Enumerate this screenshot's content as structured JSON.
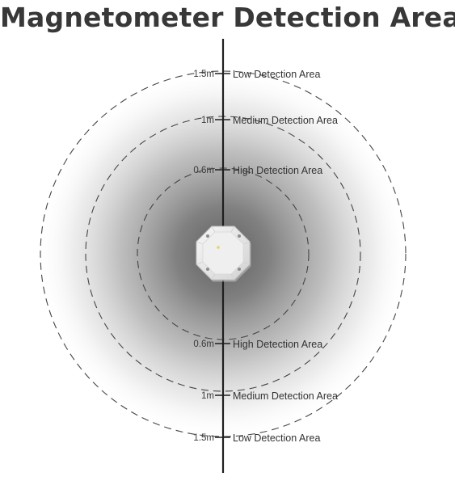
{
  "title": "Magnetometer Detection Areas",
  "markers": [
    {
      "distance_label": "1.5m",
      "area_label": "Low Detection Area"
    },
    {
      "distance_label": "1m",
      "area_label": "Medium Detection Area"
    },
    {
      "distance_label": "0.6m",
      "area_label": "High Detection Area"
    },
    {
      "distance_label": "0.6m",
      "area_label": "High Detection Area"
    },
    {
      "distance_label": "1m",
      "area_label": "Medium Detection Area"
    },
    {
      "distance_label": "1.5m",
      "area_label": "Low Detection Area"
    }
  ],
  "colors": {
    "title": "#383838",
    "axis": "#1f1f1f",
    "ring": "#444444",
    "field_center": "#6b6b6b",
    "device_body": "#e6e6e6",
    "device_indicator": "#e5d46a"
  },
  "icons": {
    "device": "magnetometer-device-icon"
  }
}
